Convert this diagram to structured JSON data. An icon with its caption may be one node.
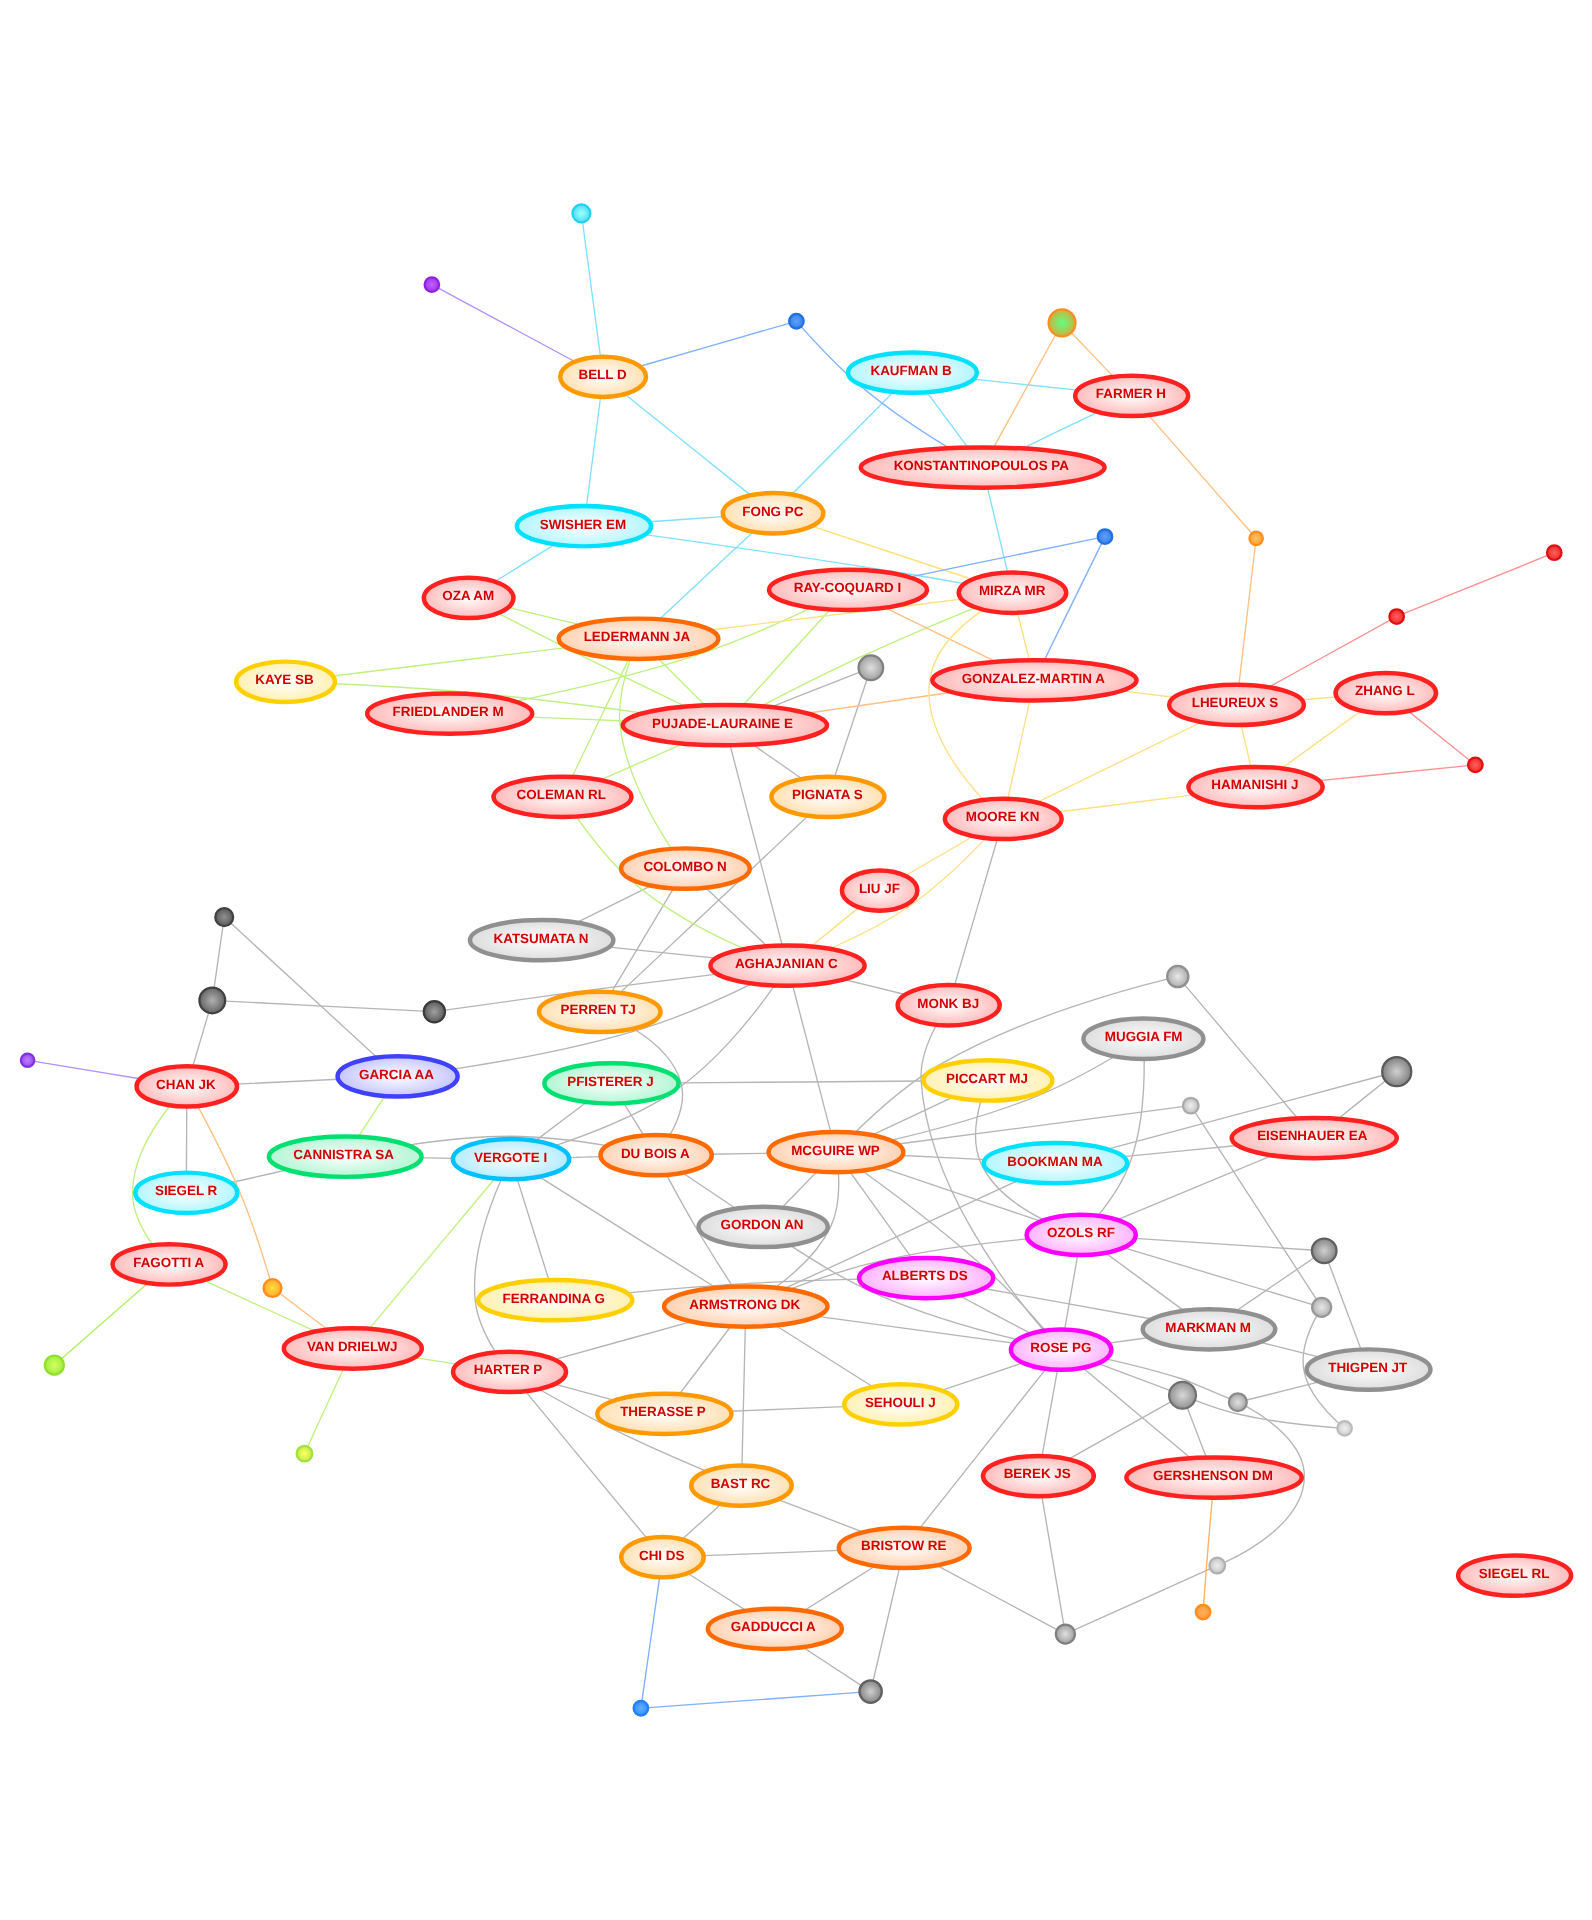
{
  "diagram": {
    "nodes": [
      {
        "text": [
          "GADDUCCI A"
        ]
      },
      {
        "text": [
          "CHI DS"
        ]
      },
      {
        "text": [
          "BRISTOW RE"
        ]
      },
      {
        "text": [
          "BAST RC"
        ]
      },
      {
        "text": [
          "FAGOTTI A"
        ]
      },
      {
        "text": [
          "BEREK JS"
        ]
      },
      {
        "text": [
          "VAN DRIELWJ"
        ]
      },
      {
        "text": [
          "HARTER P"
        ]
      },
      {
        "text": [
          "THERASSE P"
        ]
      },
      {
        "text": [
          "SEHOULI J"
        ]
      },
      {
        "text": [
          "GERSHENSON DM"
        ]
      },
      {
        "text": [
          "ARMSTRONG DK"
        ]
      },
      {
        "text": [
          "ROSE PG"
        ]
      },
      {
        "text": [
          "FERRANDINA G"
        ]
      },
      {
        "text": [
          "THIGPEN JT"
        ]
      },
      {
        "text": [
          "ALBERTS DS"
        ]
      },
      {
        "text": [
          "MARKMAN M"
        ]
      },
      {
        "text": [
          "VERGOTE I"
        ]
      },
      {
        "text": [
          "CHAN JK"
        ]
      },
      {
        "text": [
          "SIEGEL R"
        ]
      },
      {
        "text": [
          "PICCART MJ"
        ]
      },
      {
        "text": [
          "OZOLS RF"
        ]
      },
      {
        "text": [
          "PFISTERER J"
        ]
      },
      {
        "text": [
          "GARCIA AA"
        ]
      },
      {
        "text": [
          "CANNISTRA SA"
        ]
      },
      {
        "text": [
          "DU BOIS A"
        ]
      },
      {
        "text": [
          "GORDON AN"
        ]
      },
      {
        "text": [
          "MUGGIA FM"
        ]
      },
      {
        "text": [
          "MCGUIRE WP"
        ]
      },
      {
        "text": [
          "BOOKMAN MA"
        ]
      },
      {
        "text": [
          "EISENHAUER EA"
        ]
      },
      {
        "text": [
          "MONK BJ"
        ]
      },
      {
        "text": [
          "KATSUMATA N"
        ]
      },
      {
        "text": [
          "AGHAJANIAN C"
        ]
      },
      {
        "text": [
          "COLOMBO N"
        ]
      },
      {
        "text": [
          "PERREN TJ"
        ]
      },
      {
        "text": [
          "PIGNATA S"
        ]
      },
      {
        "text": [
          "PUJADE-LAURAINE E"
        ]
      },
      {
        "text": [
          "FRIEDLANDER M"
        ]
      },
      {
        "text": [
          "RAY-COQUARD I"
        ]
      },
      {
        "text": [
          "COLEMAN RL"
        ]
      },
      {
        "text": [
          "LEDERMANN JA"
        ]
      },
      {
        "text": [
          "KAYE SB"
        ]
      },
      {
        "text": [
          "OZA AM"
        ]
      },
      {
        "text": [
          "GONZALEZ-MARTIN A"
        ]
      },
      {
        "text": [
          "SWISHER EM"
        ]
      },
      {
        "text": [
          "MOORE KN"
        ]
      },
      {
        "text": [
          "LIU JF"
        ]
      },
      {
        "text": [
          "MIRZA MR"
        ]
      },
      {
        "text": [
          "FONG PC"
        ]
      },
      {
        "text": [
          "BELL D"
        ]
      },
      {
        "text": [
          "SIEGEL RL"
        ]
      },
      {
        "text": [
          "HAMANISHI J"
        ]
      },
      {
        "text": [
          "ZHANG L"
        ]
      },
      {
        "text": [
          "KONSTANTINOPOULOS PA"
        ]
      },
      {
        "text": [
          "KAUFMAN B"
        ]
      },
      {
        "text": [
          "LHEUREUX S"
        ]
      },
      {
        "text": [
          "FARMER H"
        ]
      },
      {
        "text": [],
        "shape": "circle"
      },
      {
        "text": [],
        "shape": "circle"
      },
      {
        "text": [],
        "shape": "circle"
      },
      {
        "text": [],
        "shape": "circle"
      },
      {
        "text": [],
        "shape": "circle"
      },
      {
        "text": [],
        "shape": "circle"
      },
      {
        "text": [],
        "shape": "circle"
      },
      {
        "text": [],
        "shape": "circle"
      },
      {
        "text": [],
        "shape": "circle"
      },
      {
        "text": [],
        "shape": "circle"
      },
      {
        "text": [],
        "shape": "circle"
      },
      {
        "text": [],
        "shape": "circle"
      },
      {
        "text": [],
        "shape": "circle"
      },
      {
        "text": [],
        "shape": "circle"
      },
      {
        "text": [],
        "shape": "circle"
      },
      {
        "text": [],
        "shape": "circle"
      },
      {
        "text": [],
        "shape": "circle"
      },
      {
        "text": [],
        "shape": "circle"
      },
      {
        "text": [],
        "shape": "circle"
      },
      {
        "text": [],
        "shape": "circle"
      },
      {
        "text": [],
        "shape": "circle"
      },
      {
        "text": [],
        "shape": "circle"
      },
      {
        "text": [],
        "shape": "circle"
      },
      {
        "text": [],
        "shape": "circle"
      },
      {
        "text": [],
        "shape": "circle"
      },
      {
        "text": [],
        "shape": "circle"
      },
      {
        "text": [],
        "shape": "circle"
      },
      {
        "text": [],
        "shape": "circle"
      },
      {
        "text": [],
        "shape": "circle"
      },
      {
        "text": [],
        "shape": "circle"
      }
    ],
    "edges": [
      {
        "from": 0,
        "to": 58,
        "arrow": "none"
      },
      {
        "from": 2,
        "to": 58,
        "arrow": "none"
      },
      {
        "from": 2,
        "to": 59,
        "arrow": "none"
      },
      {
        "from": 5,
        "to": 59,
        "arrow": "none"
      },
      {
        "from": 5,
        "to": 60,
        "arrow": "none"
      },
      {
        "from": 10,
        "to": 60,
        "arrow": "none"
      },
      {
        "from": 12,
        "to": 60,
        "arrow": "none"
      },
      {
        "from": 12,
        "to": 61,
        "arrow": "none"
      },
      {
        "from": 14,
        "to": 61,
        "arrow": "none"
      },
      {
        "from": 16,
        "to": 62,
        "arrow": "none"
      },
      {
        "from": 21,
        "to": 62,
        "arrow": "none"
      },
      {
        "from": 28,
        "to": 63,
        "arrow": "none"
      },
      {
        "from": 30,
        "to": 63,
        "arrow": "none"
      },
      {
        "from": 30,
        "to": 64,
        "arrow": "none"
      },
      {
        "from": 29,
        "to": 64,
        "arrow": "none"
      },
      {
        "from": 36,
        "to": 65,
        "arrow": "none"
      },
      {
        "from": 37,
        "to": 65,
        "arrow": "none"
      },
      {
        "from": 28,
        "to": 66,
        "arrow": "none"
      },
      {
        "from": 66,
        "to": 67,
        "arrow": "none"
      },
      {
        "from": 67,
        "to": 68,
        "arrow": "none"
      },
      {
        "from": 60,
        "to": 68,
        "arrow": "none"
      },
      {
        "from": 59,
        "to": 69,
        "arrow": "none"
      },
      {
        "from": 69,
        "to": 61,
        "arrow": "none"
      },
      {
        "from": 21,
        "to": 67,
        "arrow": "none"
      },
      {
        "from": 18,
        "to": 70,
        "arrow": "none"
      },
      {
        "from": 70,
        "to": 71,
        "arrow": "none"
      },
      {
        "from": 71,
        "to": 23,
        "arrow": "none"
      },
      {
        "from": 33,
        "to": 72,
        "arrow": "none"
      },
      {
        "from": 72,
        "to": 70,
        "arrow": "none"
      },
      {
        "from": 11,
        "to": 12,
        "arrow": "none"
      },
      {
        "from": 12,
        "to": 15,
        "arrow": "none"
      },
      {
        "from": 15,
        "to": 16,
        "arrow": "none"
      },
      {
        "from": 16,
        "to": 21,
        "arrow": "none"
      },
      {
        "from": 21,
        "to": 20,
        "arrow": "none"
      },
      {
        "from": 20,
        "to": 22,
        "arrow": "none"
      },
      {
        "from": 22,
        "to": 17,
        "arrow": "none"
      },
      {
        "from": 17,
        "to": 11,
        "arrow": "none"
      },
      {
        "from": 11,
        "to": 7,
        "arrow": "none"
      },
      {
        "from": 7,
        "to": 8,
        "arrow": "none"
      },
      {
        "from": 8,
        "to": 9,
        "arrow": "none"
      },
      {
        "from": 9,
        "to": 12,
        "arrow": "none"
      },
      {
        "from": 13,
        "to": 15,
        "arrow": "none"
      },
      {
        "from": 25,
        "to": 26,
        "arrow": "none"
      },
      {
        "from": 26,
        "to": 28,
        "arrow": "none"
      },
      {
        "from": 28,
        "to": 29,
        "arrow": "none"
      },
      {
        "from": 29,
        "to": 30,
        "arrow": "none"
      },
      {
        "from": 24,
        "to": 25,
        "arrow": "none"
      },
      {
        "from": 19,
        "to": 18,
        "arrow": "none"
      },
      {
        "from": 31,
        "to": 33,
        "arrow": "none"
      },
      {
        "from": 33,
        "to": 34,
        "arrow": "none"
      },
      {
        "from": 34,
        "to": 35,
        "arrow": "none"
      },
      {
        "from": 35,
        "to": 36,
        "arrow": "none"
      },
      {
        "from": 3,
        "to": 1,
        "arrow": "none"
      },
      {
        "from": 1,
        "to": 2,
        "arrow": "none"
      },
      {
        "from": 2,
        "to": 3,
        "arrow": "none"
      },
      {
        "from": 3,
        "to": 7,
        "arrow": "none"
      },
      {
        "from": 0,
        "to": 1,
        "arrow": "none"
      },
      {
        "from": 27,
        "to": 28,
        "arrow": "none"
      },
      {
        "from": 32,
        "to": 34,
        "arrow": "none"
      },
      {
        "from": 14,
        "to": 62,
        "arrow": "none"
      },
      {
        "from": 12,
        "to": 21,
        "arrow": "none"
      },
      {
        "from": 12,
        "to": 28,
        "arrow": "none"
      },
      {
        "from": 11,
        "to": 28,
        "arrow": "none"
      },
      {
        "from": 11,
        "to": 21,
        "arrow": "none"
      },
      {
        "from": 21,
        "to": 28,
        "arrow": "none"
      },
      {
        "from": 25,
        "to": 28,
        "arrow": "none"
      },
      {
        "from": 25,
        "to": 11,
        "arrow": "none"
      },
      {
        "from": 25,
        "to": 17,
        "arrow": "none"
      },
      {
        "from": 17,
        "to": 33,
        "arrow": "none"
      },
      {
        "from": 33,
        "to": 28,
        "arrow": "none"
      },
      {
        "from": 33,
        "to": 37,
        "arrow": "none"
      },
      {
        "from": 31,
        "to": 12,
        "arrow": "none"
      },
      {
        "from": 35,
        "to": 25,
        "arrow": "none"
      },
      {
        "from": 22,
        "to": 25,
        "arrow": "none"
      },
      {
        "from": 20,
        "to": 28,
        "arrow": "none"
      },
      {
        "from": 15,
        "to": 28,
        "arrow": "none"
      },
      {
        "from": 13,
        "to": 17,
        "arrow": "none"
      },
      {
        "from": 19,
        "to": 24,
        "arrow": "none"
      },
      {
        "from": 18,
        "to": 23,
        "arrow": "none"
      },
      {
        "from": 24,
        "to": 17,
        "arrow": "none"
      },
      {
        "from": 29,
        "to": 11,
        "arrow": "none"
      },
      {
        "from": 30,
        "to": 21,
        "arrow": "none"
      },
      {
        "from": 26,
        "to": 12,
        "arrow": "none"
      },
      {
        "from": 27,
        "to": 21,
        "arrow": "none"
      },
      {
        "from": 32,
        "to": 33,
        "arrow": "none"
      },
      {
        "from": 7,
        "to": 17,
        "arrow": "none"
      },
      {
        "from": 8,
        "to": 11,
        "arrow": "none"
      },
      {
        "from": 9,
        "to": 11,
        "arrow": "none"
      },
      {
        "from": 3,
        "to": 11,
        "arrow": "none"
      },
      {
        "from": 2,
        "to": 12,
        "arrow": "none"
      },
      {
        "from": 1,
        "to": 7,
        "arrow": "none"
      },
      {
        "from": 0,
        "to": 2,
        "arrow": "none"
      },
      {
        "from": 5,
        "to": 12,
        "arrow": "none"
      },
      {
        "from": 10,
        "to": 12,
        "arrow": "none"
      },
      {
        "from": 14,
        "to": 16,
        "arrow": "none"
      },
      {
        "from": 16,
        "to": 12,
        "arrow": "none"
      },
      {
        "from": 23,
        "to": 33,
        "arrow": "none"
      },
      {
        "from": 36,
        "to": 37,
        "arrow": "none"
      },
      {
        "from": 31,
        "to": 46,
        "arrow": "none"
      },
      {
        "from": 73,
        "to": 4,
        "arrow": "none",
        "color": "#b0f060"
      },
      {
        "from": 74,
        "to": 1,
        "arrow": "none",
        "color": "#80b0ff"
      },
      {
        "from": 74,
        "to": 58,
        "arrow": "none",
        "color": "#80b0ff"
      },
      {
        "from": 75,
        "to": 10,
        "arrow": "none",
        "color": "#ffb060"
      },
      {
        "from": 76,
        "to": 6,
        "arrow": "none",
        "color": "#c0f080"
      },
      {
        "from": 77,
        "to": 6,
        "arrow": "none",
        "color": "#ffc080"
      },
      {
        "from": 78,
        "to": 18,
        "arrow": "none",
        "color": "#b090ff"
      },
      {
        "from": 79,
        "to": 39,
        "arrow": "none",
        "color": "#80b0ff"
      },
      {
        "from": 80,
        "to": 53,
        "arrow": "none",
        "color": "#ff9090"
      },
      {
        "from": 80,
        "to": 52,
        "arrow": "none",
        "color": "#ff9090"
      },
      {
        "from": 81,
        "to": 56,
        "arrow": "none",
        "color": "#ff9090"
      },
      {
        "from": 82,
        "to": 81,
        "arrow": "none",
        "color": "#ff9090"
      },
      {
        "from": 83,
        "to": 57,
        "arrow": "none",
        "color": "#ffc080"
      },
      {
        "from": 84,
        "to": 50,
        "arrow": "none",
        "color": "#b090ff"
      },
      {
        "from": 85,
        "to": 50,
        "arrow": "none",
        "color": "#80e0ff"
      },
      {
        "from": 86,
        "to": 54,
        "arrow": "none",
        "color": "#80b0ff"
      },
      {
        "from": 87,
        "to": 57,
        "arrow": "none",
        "color": "#ffc080"
      },
      {
        "from": 44,
        "to": 46,
        "arrow": "none",
        "color": "#ffe080"
      },
      {
        "from": 46,
        "to": 48,
        "arrow": "none",
        "color": "#ffe080"
      },
      {
        "from": 48,
        "to": 49,
        "arrow": "none",
        "color": "#ffe080"
      },
      {
        "from": 49,
        "to": 50,
        "arrow": "none",
        "color": "#80e0ff"
      },
      {
        "from": 54,
        "to": 55,
        "arrow": "none",
        "color": "#80e0ff"
      },
      {
        "from": 56,
        "to": 52,
        "arrow": "none",
        "color": "#ffe080"
      },
      {
        "from": 53,
        "to": 52,
        "arrow": "none",
        "color": "#ffe080"
      },
      {
        "from": 41,
        "to": 43,
        "arrow": "none",
        "color": "#c0f080"
      },
      {
        "from": 43,
        "to": 45,
        "arrow": "none",
        "color": "#80e0ff"
      },
      {
        "from": 40,
        "to": 41,
        "arrow": "none",
        "color": "#c0f080"
      },
      {
        "from": 38,
        "to": 39,
        "arrow": "none",
        "color": "#c0f080"
      },
      {
        "from": 37,
        "to": 40,
        "arrow": "none",
        "color": "#c0f080"
      },
      {
        "from": 45,
        "to": 49,
        "arrow": "none",
        "color": "#80e0ff"
      },
      {
        "from": 47,
        "to": 46,
        "arrow": "none",
        "color": "#ffe080"
      },
      {
        "from": 57,
        "to": 54,
        "arrow": "none",
        "color": "#80e0ff"
      },
      {
        "from": 42,
        "to": 41,
        "arrow": "none",
        "color": "#c0f080"
      },
      {
        "from": 6,
        "to": 7,
        "arrow": "none",
        "color": "#c0f080"
      },
      {
        "from": 4,
        "to": 6,
        "arrow": "none",
        "color": "#c0f080"
      },
      {
        "from": 23,
        "to": 24,
        "arrow": "none",
        "color": "#c0f080"
      },
      {
        "from": 39,
        "to": 44,
        "arrow": "none",
        "color": "#ffc080"
      },
      {
        "from": 56,
        "to": 46,
        "arrow": "none",
        "color": "#ffe080"
      },
      {
        "from": 37,
        "to": 41,
        "arrow": "none",
        "color": "#c0f080"
      },
      {
        "from": 37,
        "to": 48,
        "arrow": "none",
        "color": "#c0f080"
      },
      {
        "from": 41,
        "to": 48,
        "arrow": "none",
        "color": "#ffe080"
      },
      {
        "from": 48,
        "to": 44,
        "arrow": "none",
        "color": "#ffe080"
      },
      {
        "from": 44,
        "to": 37,
        "arrow": "none",
        "color": "#ffc080"
      },
      {
        "from": 46,
        "to": 33,
        "arrow": "none",
        "color": "#ffe080"
      },
      {
        "from": 34,
        "to": 41,
        "arrow": "none",
        "color": "#c0f080"
      },
      {
        "from": 40,
        "to": 33,
        "arrow": "none",
        "color": "#c0f080"
      },
      {
        "from": 39,
        "to": 37,
        "arrow": "none",
        "color": "#c0f080"
      },
      {
        "from": 38,
        "to": 37,
        "arrow": "none",
        "color": "#c0f080"
      },
      {
        "from": 42,
        "to": 37,
        "arrow": "none",
        "color": "#c0f080"
      },
      {
        "from": 43,
        "to": 37,
        "arrow": "none",
        "color": "#c0f080"
      },
      {
        "from": 45,
        "to": 48,
        "arrow": "none",
        "color": "#80e0ff"
      },
      {
        "from": 47,
        "to": 33,
        "arrow": "none",
        "color": "#ffe080"
      },
      {
        "from": 49,
        "to": 41,
        "arrow": "none",
        "color": "#80e0ff"
      },
      {
        "from": 50,
        "to": 45,
        "arrow": "none",
        "color": "#80e0ff"
      },
      {
        "from": 52,
        "to": 46,
        "arrow": "none",
        "color": "#ffe080"
      },
      {
        "from": 53,
        "to": 56,
        "arrow": "none",
        "color": "#ffe080"
      },
      {
        "from": 54,
        "to": 48,
        "arrow": "none",
        "color": "#80e0ff"
      },
      {
        "from": 55,
        "to": 49,
        "arrow": "none",
        "color": "#80e0ff"
      },
      {
        "from": 56,
        "to": 44,
        "arrow": "none",
        "color": "#ffe080"
      },
      {
        "from": 57,
        "to": 55,
        "arrow": "none",
        "color": "#80e0ff"
      },
      {
        "from": 6,
        "to": 17,
        "arrow": "none",
        "color": "#c0f080"
      },
      {
        "from": 4,
        "to": 18,
        "arrow": "none",
        "color": "#c0f080"
      },
      {
        "from": 77,
        "to": 18,
        "arrow": "none",
        "color": "#ffc080"
      },
      {
        "from": 79,
        "to": 44,
        "arrow": "none",
        "color": "#80b0ff"
      },
      {
        "from": 87,
        "to": 54,
        "arrow": "none",
        "color": "#ffc080"
      },
      {
        "from": 83,
        "to": 56,
        "arrow": "none",
        "color": "#ffc080"
      },
      {
        "from": 86,
        "to": 50,
        "arrow": "none",
        "color": "#80b0ff"
      }
    ]
  }
}
